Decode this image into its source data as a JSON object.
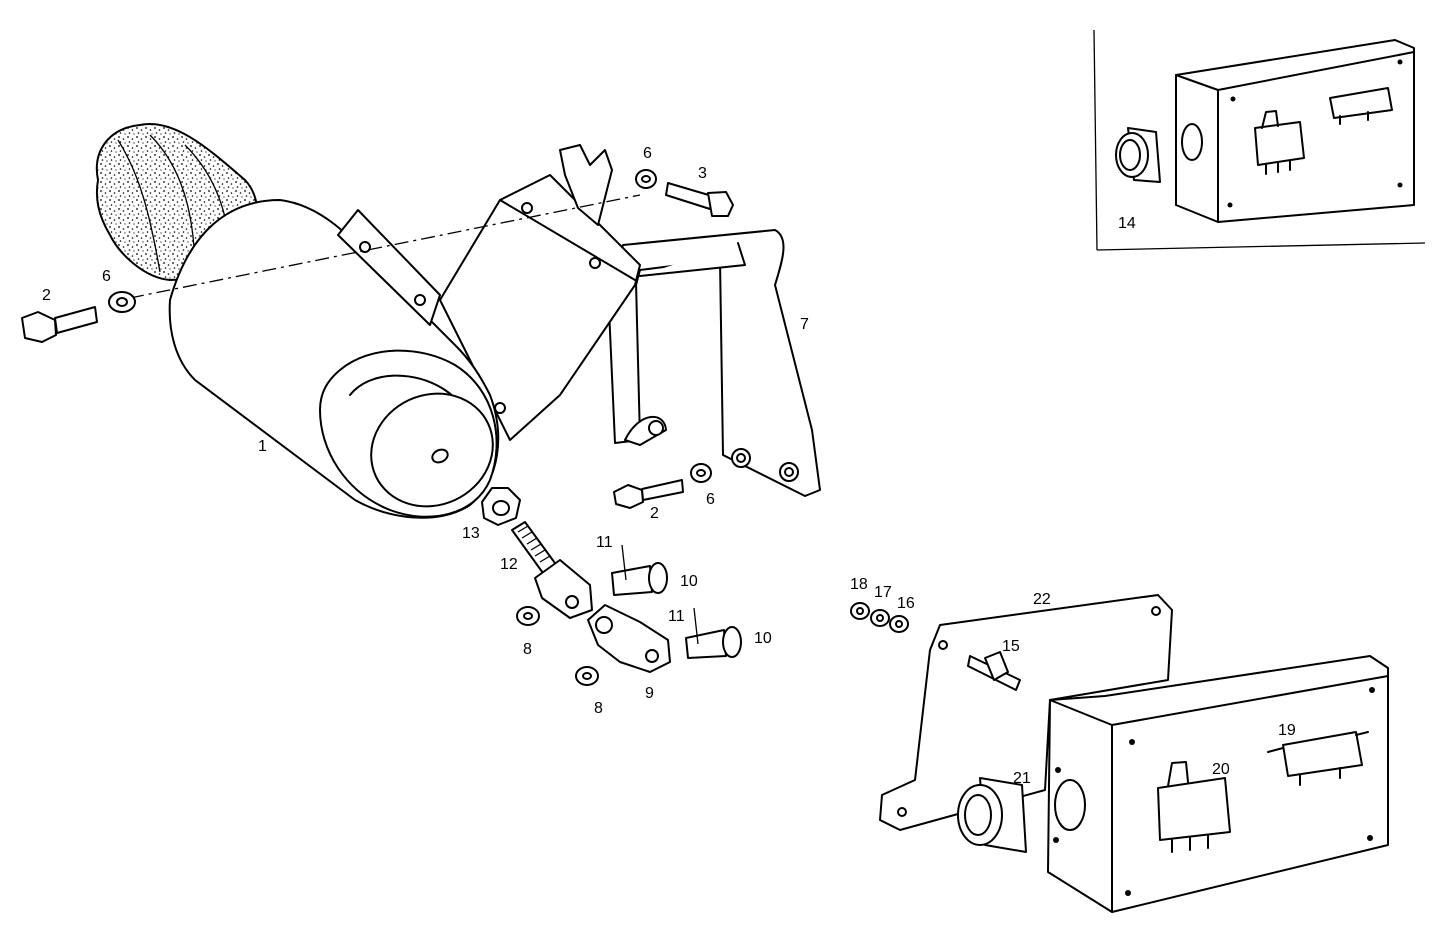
{
  "labels": {
    "l1": "1",
    "l2a": "2",
    "l2b": "2",
    "l3": "3",
    "l6a": "6",
    "l6b": "6",
    "l6c": "6",
    "l7": "7",
    "l8a": "8",
    "l8b": "8",
    "l9": "9",
    "l10a": "10",
    "l10b": "10",
    "l11a": "11",
    "l11b": "11",
    "l12": "12",
    "l13": "13",
    "l14": "14",
    "l15": "15",
    "l16": "16",
    "l17": "17",
    "l18": "18",
    "l19": "19",
    "l20": "20",
    "l21": "21",
    "l22": "22"
  },
  "colors": {
    "line": "#000000",
    "background": "#ffffff"
  }
}
